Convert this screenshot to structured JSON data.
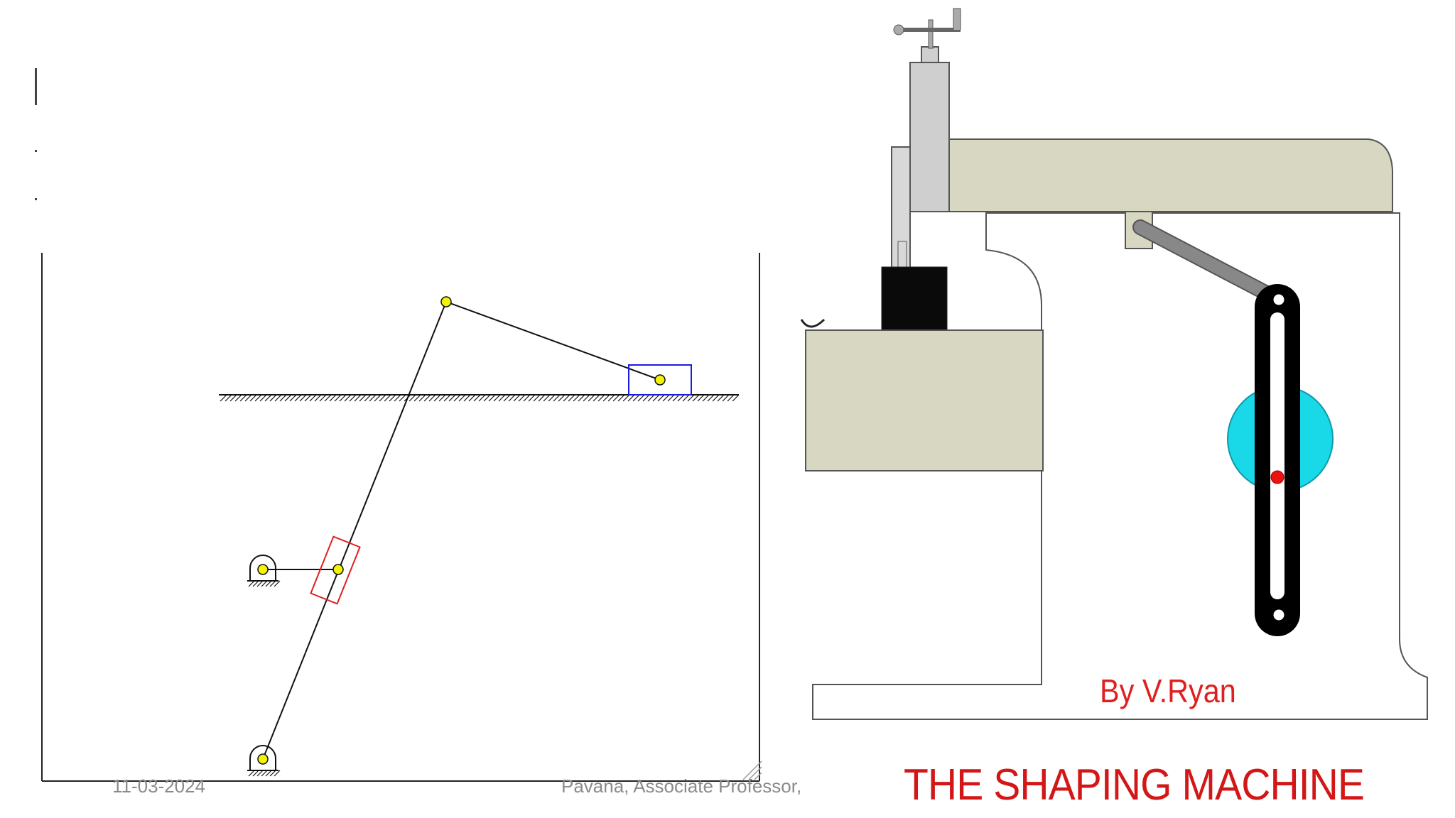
{
  "footer": {
    "date": "11-03-2024",
    "author": "Pavana, Associate Professor,"
  },
  "shaping_machine": {
    "caption": "THE SHAPING MACHINE",
    "credit": "By V.Ryan"
  },
  "colors": {
    "joint": "#f2f20a",
    "slider_block": "#e02020",
    "output_block": "#1a1ae0",
    "machine_body": "#d8d8c2",
    "crank_disc": "#19d8e8",
    "crank_pin": "#ee1111",
    "caption_red": "#d31717"
  },
  "icons": [
    "ground-support-icon",
    "hatched-ground-icon",
    "resize-handle-icon"
  ]
}
